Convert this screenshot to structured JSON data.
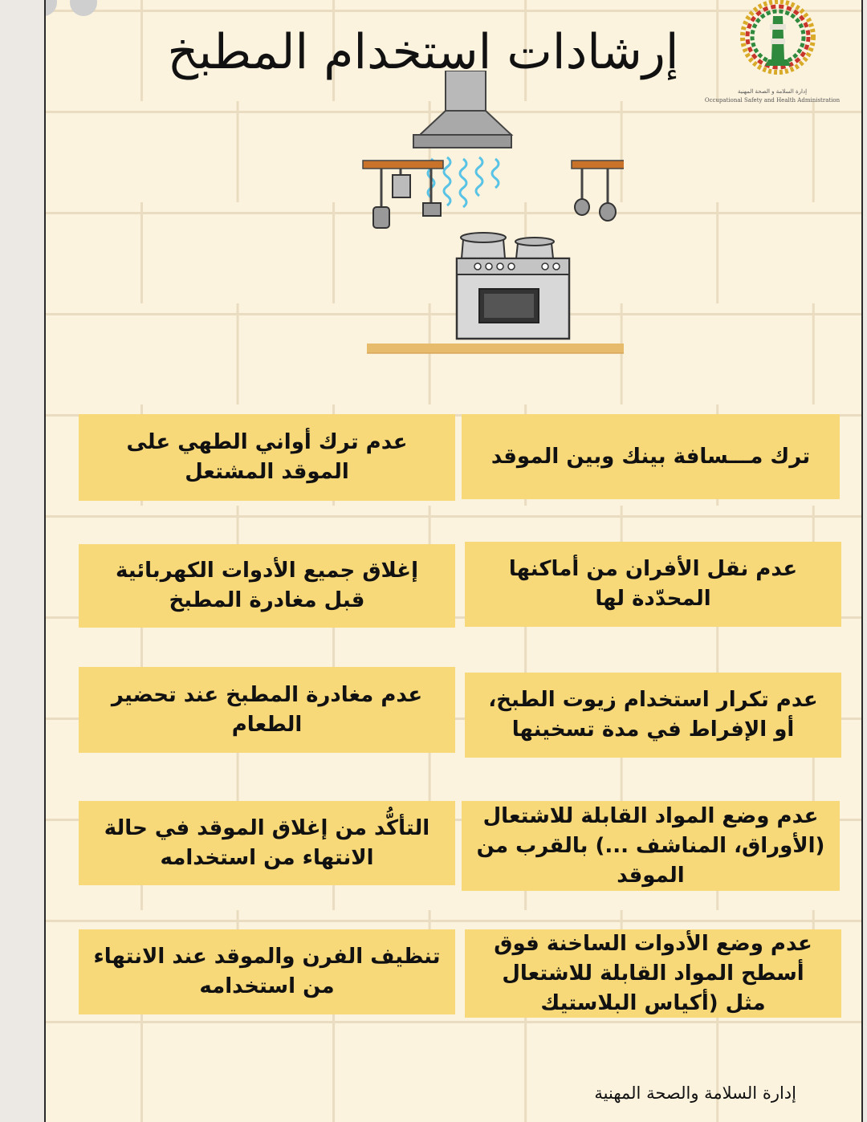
{
  "title": "إرشادات استخدام المطبخ",
  "organization": {
    "name_ar": "إدارة السلامة و الصحة المهنية",
    "name_en": "Occupational Safety and Health Administration"
  },
  "cards": [
    "ترك مـــسافة بينك وبين الموقد",
    "عدم ترك أواني الطهي على الموقد المشتعل",
    "عدم نقل الأفران من أماكنها المحدّدة لها",
    "إغلاق جميع الأدوات الكهربائية قبل مغادرة المطبخ",
    "عدم تكرار استخدام زيوت الطبخ، أو الإفراط في مدة تسخينها",
    "عدم مغادرة المطبخ عند تحضير الطعام",
    "عدم وضع المواد القابلة للاشتعال (الأوراق، المناشف ...) بالقرب من الموقد",
    "التأكُّد من إغلاق الموقد في حالة الانتهاء من استخدامه",
    "عدم وضع الأدوات الساخنة فوق أسطح المواد القابلة للاشتعال مثل (أكياس البلاستيك",
    "تنظيف الفرن والموقد عند الانتهاء من استخدامه"
  ],
  "footer": "إدارة السلامة والصحة المهنية",
  "colors": {
    "background": "#fcf3de",
    "card": "#f8d97a",
    "brick_line": "#e9dcc0",
    "logo_green": "#2f8a3e",
    "logo_red": "#c8352b",
    "logo_gold": "#d9a928"
  },
  "icons": {
    "logo": "tower-emblem-icon",
    "kitchen": "stove-hood-illustration"
  }
}
